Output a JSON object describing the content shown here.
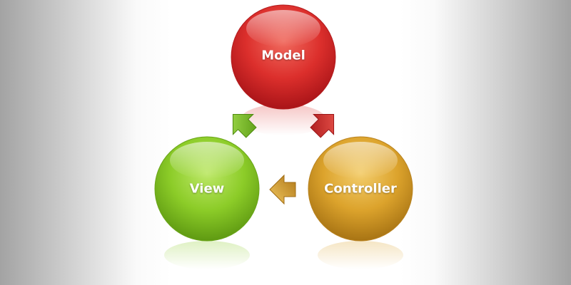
{
  "diagram": {
    "nodes": {
      "model": {
        "label": "Model",
        "color": "#d9282a"
      },
      "view": {
        "label": "View",
        "color": "#8ccc28"
      },
      "controller": {
        "label": "Controller",
        "color": "#dca32c"
      }
    },
    "arrows": {
      "view_to_model": {
        "color": "#77c02a"
      },
      "controller_to_model": {
        "color": "#cf2a2c"
      },
      "controller_to_view": {
        "color": "#d8a42e"
      }
    }
  }
}
